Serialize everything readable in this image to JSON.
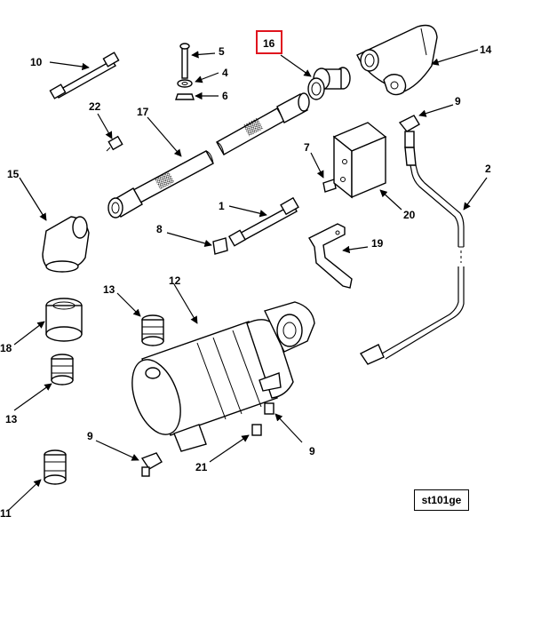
{
  "diagram": {
    "reference_code": "st101ge",
    "highlighted_callout": "16",
    "highlight_color": "#e0141e",
    "callouts": [
      {
        "id": "c1",
        "label": "1"
      },
      {
        "id": "c2",
        "label": "2"
      },
      {
        "id": "c4",
        "label": "4"
      },
      {
        "id": "c5",
        "label": "5"
      },
      {
        "id": "c6",
        "label": "6"
      },
      {
        "id": "c7",
        "label": "7"
      },
      {
        "id": "c8",
        "label": "8"
      },
      {
        "id": "c9a",
        "label": "9"
      },
      {
        "id": "c9b",
        "label": "9"
      },
      {
        "id": "c9c",
        "label": "9"
      },
      {
        "id": "c10",
        "label": "10"
      },
      {
        "id": "c11",
        "label": "11"
      },
      {
        "id": "c12",
        "label": "12"
      },
      {
        "id": "c13a",
        "label": "13"
      },
      {
        "id": "c13b",
        "label": "13"
      },
      {
        "id": "c14",
        "label": "14"
      },
      {
        "id": "c15",
        "label": "15"
      },
      {
        "id": "c16",
        "label": "16"
      },
      {
        "id": "c17",
        "label": "17"
      },
      {
        "id": "c18",
        "label": "18"
      },
      {
        "id": "c19",
        "label": "19"
      },
      {
        "id": "c20",
        "label": "20"
      },
      {
        "id": "c21",
        "label": "21"
      },
      {
        "id": "c22",
        "label": "22"
      }
    ]
  }
}
